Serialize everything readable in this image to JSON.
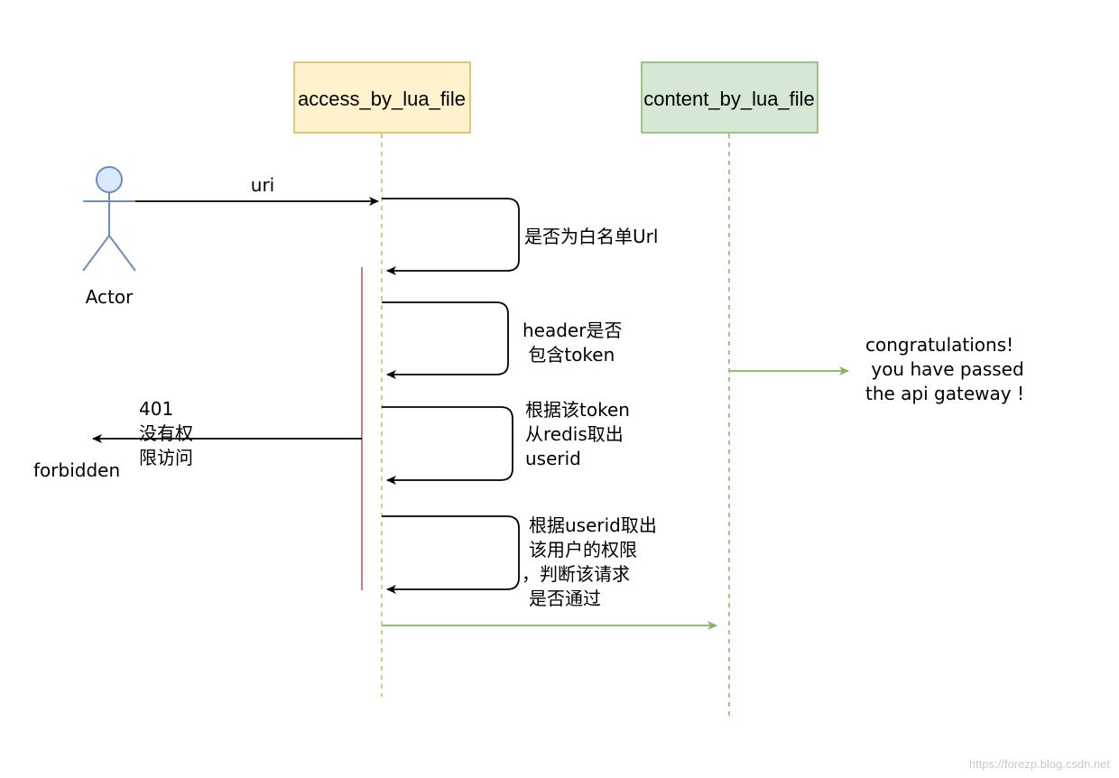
{
  "diagram": {
    "colors": {
      "access_fill": "#fff2cc",
      "access_stroke": "#d6b656",
      "content_fill": "#d5e8d4",
      "content_stroke": "#82b366",
      "actor_fill": "#dae8fc",
      "actor_stroke": "#6c8ebf",
      "deny_text": "#ff6666",
      "forbidden_text": "#ff3333",
      "success_text": "#2d7600",
      "activation_line": "#b85450",
      "green_arrow": "#82b366"
    },
    "lanes": {
      "access": "access_by_lua_file",
      "content": "content_by_lua_file"
    },
    "actor": {
      "label": "Actor",
      "icon": "stick-figure-icon"
    },
    "messages": {
      "uri": "uri",
      "step1": [
        "是否为白名单Url"
      ],
      "step2": [
        "header是否",
        " 包含token"
      ],
      "step3": [
        "根据该token",
        "从redis取出",
        "userid"
      ],
      "step4": [
        "根据userid取出",
        "该用户的权限",
        "，判断该请求",
        "是否通过"
      ]
    },
    "deny": {
      "lines": [
        "401",
        "没有权",
        "限访问"
      ],
      "forbidden": "forbidden"
    },
    "success": {
      "lines": [
        "congratulations!",
        " you have passed",
        "the api gateway !"
      ]
    }
  },
  "watermark": "https://forezp.blog.csdn.net"
}
